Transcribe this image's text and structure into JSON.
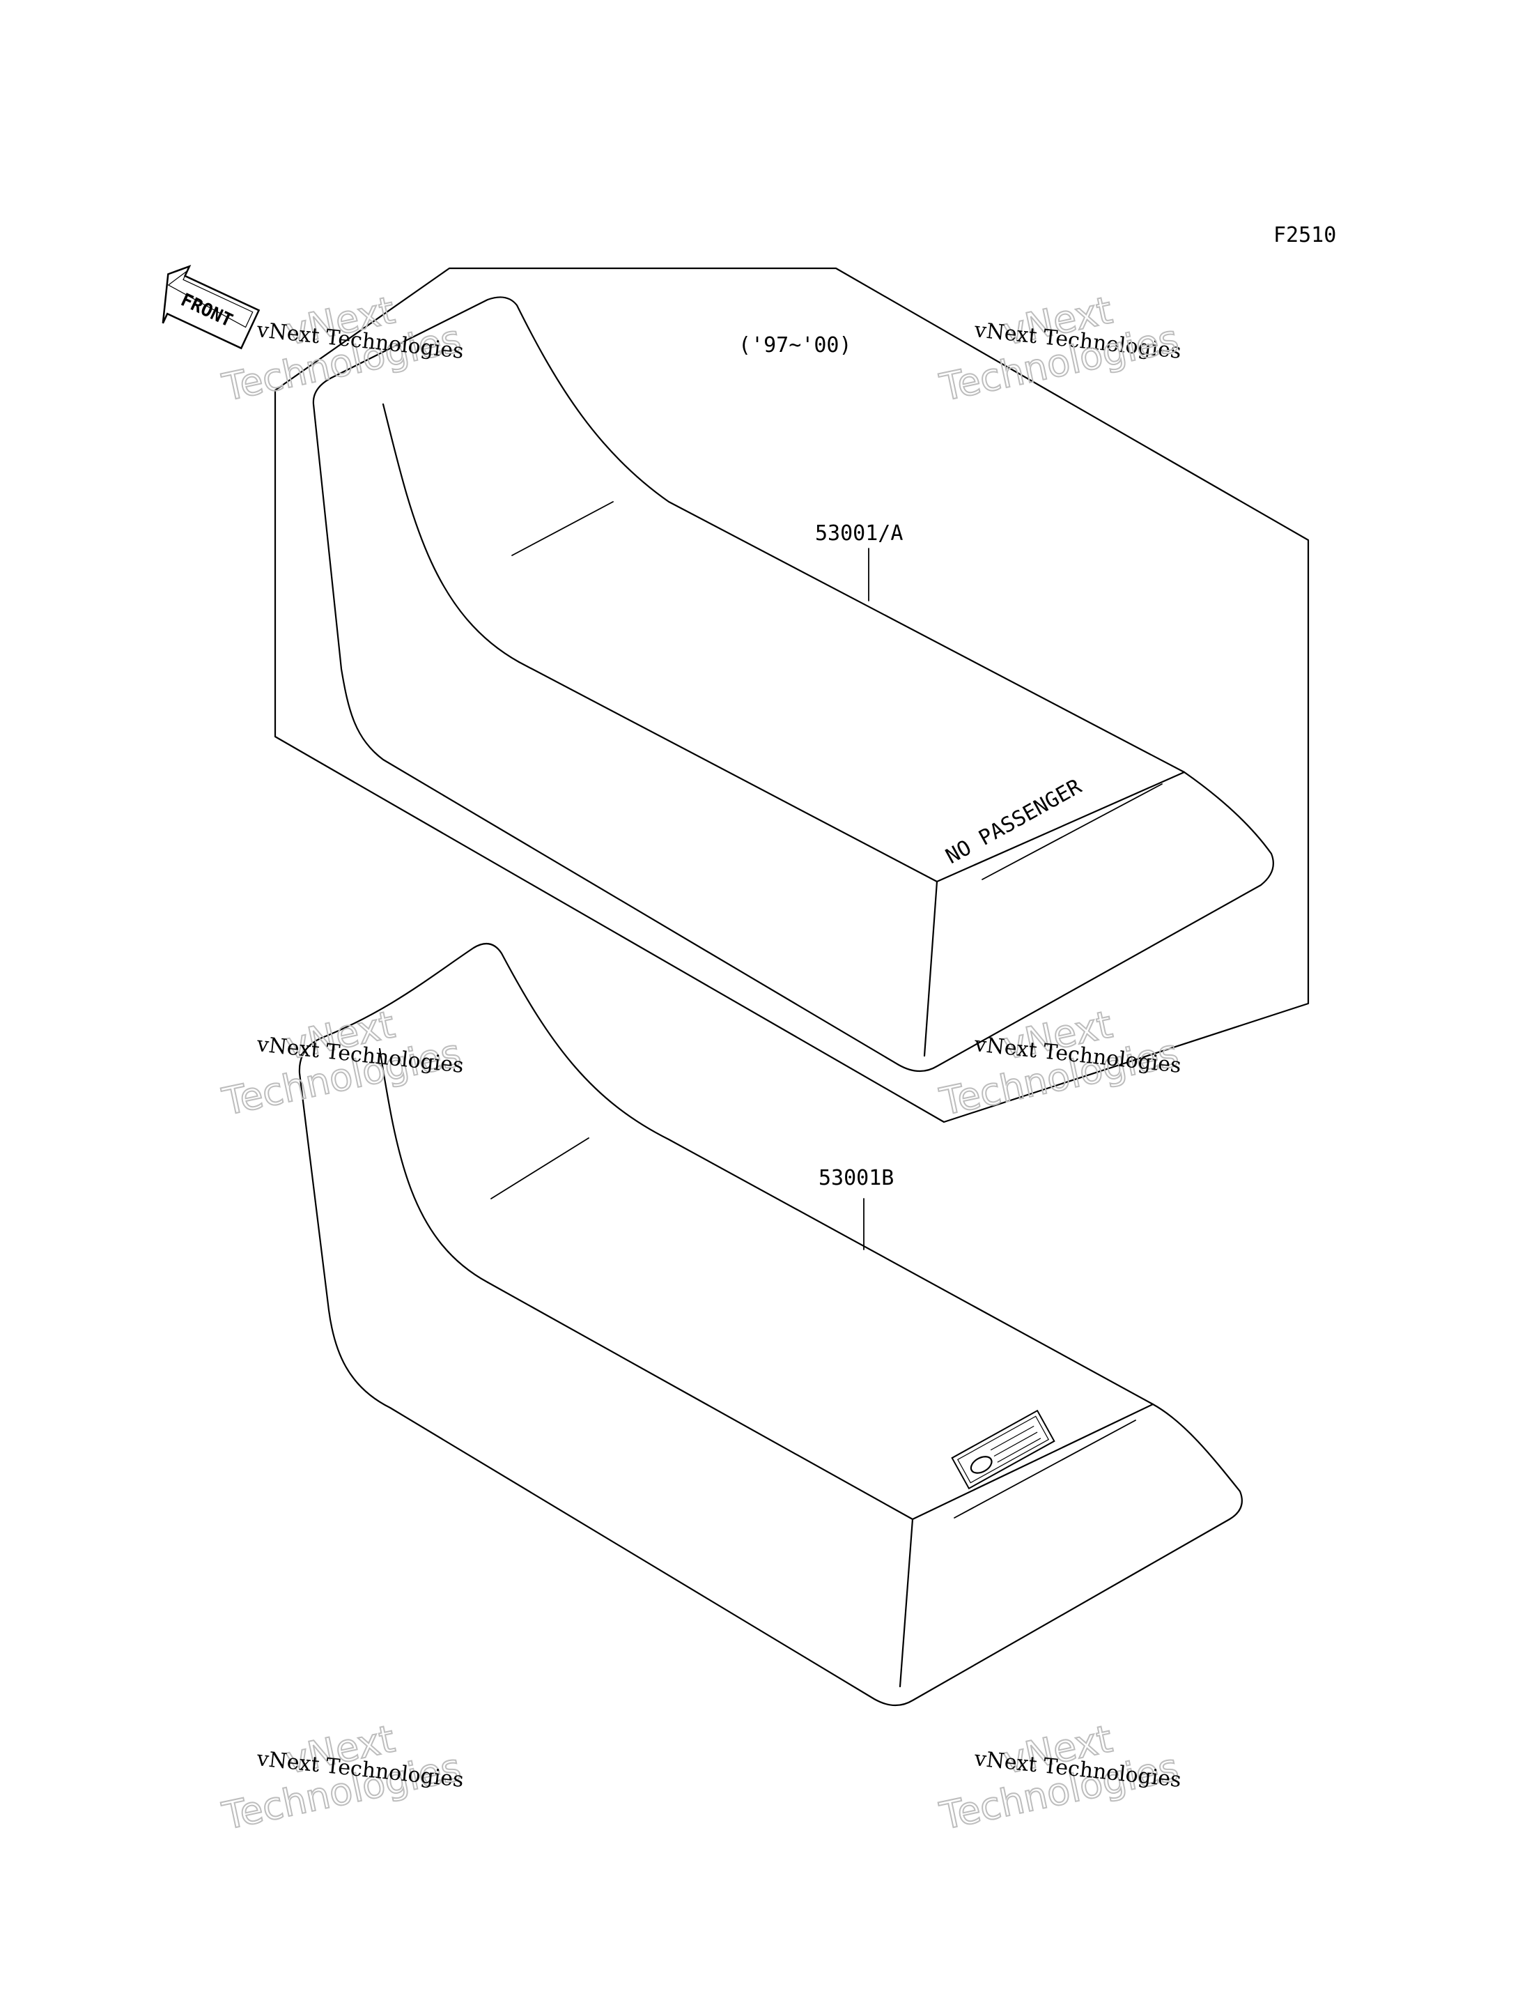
{
  "drawing": {
    "figure_code": "F2510",
    "front_label": "FRONT",
    "year_range": "('97~'00)"
  },
  "parts": [
    {
      "number": "53001/A",
      "seat_marking": "NO PASSENGER"
    },
    {
      "number": "53001B"
    }
  ],
  "watermark": {
    "line_small": "vNext Technologies",
    "line_large_a": "vNext",
    "line_large_b": "Technologies"
  }
}
